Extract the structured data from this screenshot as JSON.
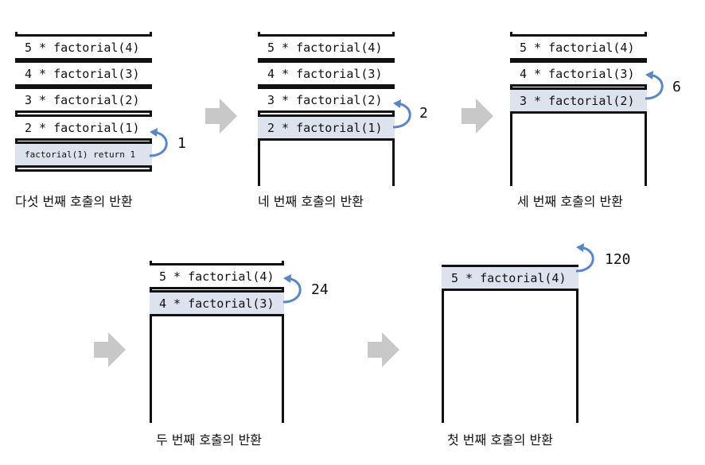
{
  "colors": {
    "highlight": "#dde3ee",
    "loop_arrow": "#5b86c2",
    "flow_arrow": "#c8c8c8"
  },
  "stacks": [
    {
      "frames": [
        "5 * factorial(4)",
        "4 * factorial(3)",
        "3 * factorial(2)",
        "2 * factorial(1)",
        "factorial(1) return 1"
      ],
      "return_value": "1",
      "caption": "다섯 번째 호출의 반환"
    },
    {
      "frames": [
        "5 * factorial(4)",
        "4 * factorial(3)",
        "3 * factorial(2)",
        "2 * factorial(1)"
      ],
      "return_value": "2",
      "caption": "네 번째 호출의 반환"
    },
    {
      "frames": [
        "5 * factorial(4)",
        "4 * factorial(3)",
        "3 * factorial(2)"
      ],
      "return_value": "6",
      "caption": "세 번째 호출의 반환"
    },
    {
      "frames": [
        "5 * factorial(4)",
        "4 * factorial(3)"
      ],
      "return_value": "24",
      "caption": "두 번째 호출의 반환"
    },
    {
      "frames": [
        "5 * factorial(4)"
      ],
      "return_value": "120",
      "caption": "첫 번째 호출의 반환"
    }
  ]
}
